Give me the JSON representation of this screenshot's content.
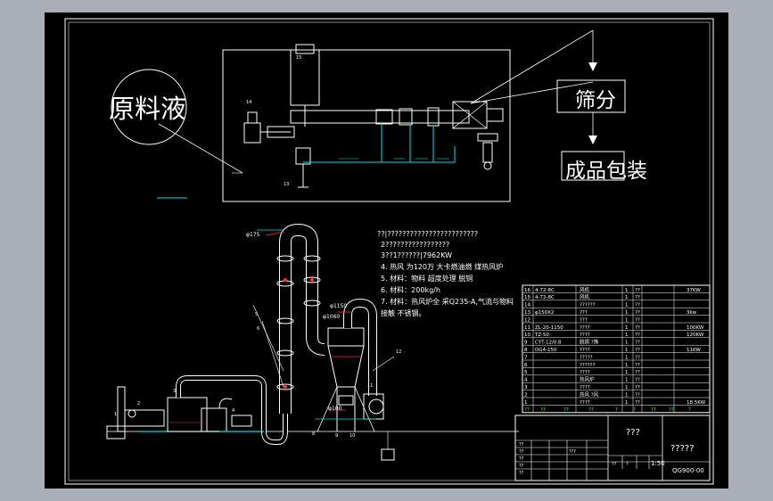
{
  "labels": {
    "raw_liquid": "原料液",
    "screening": "筛分",
    "product_packing": "成品包装"
  },
  "notes": [
    "??|????????????????????????",
    "2?????????????????",
    "3??1??????|7962KW",
    "4. 热风 为120万 大卡燃油燃 煤热风炉",
    "5. 材料：物料 超度处理 脱铜",
    "6. 材料：200kg/h",
    "7. 材料：热风炉全 采Q235-A,气流与物料",
    "接触 不锈钢。"
  ],
  "dimension_labels": {
    "d1": "φ175",
    "d2": "φ1150",
    "d3": "φ1060",
    "d4": "φ100"
  },
  "callouts": [
    "1",
    "2",
    "3",
    "4",
    "5",
    "6",
    "7",
    "8",
    "9",
    "10",
    "11",
    "12",
    "13",
    "14",
    "15"
  ],
  "bom": {
    "rows": [
      {
        "no": "16",
        "name": "4-72-8C",
        "desc": "风机 ",
        "qty": "1",
        "unit": "??",
        "remark": "37KW"
      },
      {
        "no": "15",
        "name": "4-72-8C",
        "desc": "风机",
        "qty": "1",
        "unit": "??",
        "remark": ""
      },
      {
        "no": "14",
        "name": "",
        "desc": "??????",
        "qty": "1",
        "unit": "??",
        "remark": ""
      },
      {
        "no": "13",
        "name": "φ150X2",
        "desc": "???",
        "qty": "1",
        "unit": "??",
        "remark": "3kw"
      },
      {
        "no": "12",
        "name": "",
        "desc": "???",
        "qty": "1",
        "unit": "??",
        "remark": ""
      },
      {
        "no": "11",
        "name": "ZL-20-1150",
        "desc": "????",
        "qty": "1",
        "unit": "??",
        "remark": "100KW"
      },
      {
        "no": "10",
        "name": "TZ-50",
        "desc": "????",
        "qty": "1",
        "unit": "??",
        "remark": "120KW"
      },
      {
        "no": "9",
        "name": "CYT-12/0.8",
        "desc": "脱铜 ?筛",
        "qty": "1",
        "unit": "??",
        "remark": ""
      },
      {
        "no": "8",
        "name": "DG4-150",
        "desc": "????",
        "qty": "1",
        "unit": "??",
        "remark": "11KW"
      },
      {
        "no": "7",
        "name": "",
        "desc": "?????",
        "qty": "1",
        "unit": "??",
        "remark": ""
      },
      {
        "no": "6",
        "name": "",
        "desc": "??????",
        "qty": "1",
        "unit": "??",
        "remark": ""
      },
      {
        "no": "5",
        "name": "",
        "desc": "????",
        "qty": "1",
        "unit": "??",
        "remark": ""
      },
      {
        "no": "4",
        "name": "",
        "desc": "热风炉",
        "qty": "1",
        "unit": "??",
        "remark": ""
      },
      {
        "no": "3",
        "name": "",
        "desc": "????",
        "qty": "1",
        "unit": "??",
        "remark": ""
      },
      {
        "no": "2",
        "name": "",
        "desc": "热风 ?风",
        "qty": "1",
        "unit": "??",
        "remark": ""
      },
      {
        "no": "1",
        "name": "",
        "desc": "????",
        "qty": "1",
        "unit": "??",
        "remark": "18.5KW"
      }
    ],
    "header": [
      "??",
      "??",
      "??",
      "??",
      "?",
      "?",
      "??",
      "??",
      "?"
    ]
  },
  "title_block": {
    "project": "???",
    "drawing_title": "?????",
    "scale": "1:50",
    "drawing_no": "QG900-00",
    "cells": [
      "??",
      "??",
      "??",
      "??",
      "??",
      "???",
      "??",
      "?"
    ]
  },
  "colors": {
    "background": "#000000",
    "frame": "#ffffff",
    "process_pipe": "#00e0e0",
    "dimension": "#ff3030",
    "equipment": "#ffffff",
    "grey_surround": "#a9aeb9"
  }
}
